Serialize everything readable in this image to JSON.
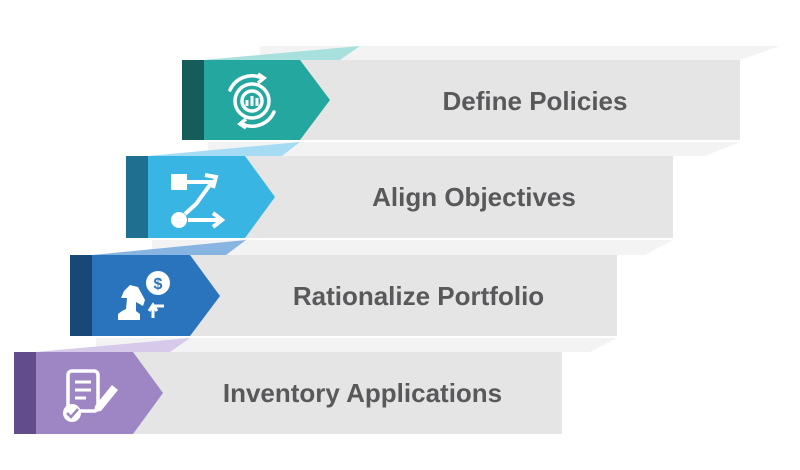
{
  "steps": [
    {
      "label": "Define Policies",
      "icon": "gear-analytics-icon",
      "face": "#23a79e",
      "side": "#155c5a",
      "top": "#a7e0dc"
    },
    {
      "label": "Align Objectives",
      "icon": "flow-arrows-icon",
      "face": "#39b5e3",
      "side": "#1f6f90",
      "top": "#a6dcf3"
    },
    {
      "label": "Rationalize Portfolio",
      "icon": "chess-knight-dollar-icon",
      "face": "#2a74bd",
      "side": "#164978",
      "top": "#88b4e2"
    },
    {
      "label": "Inventory Applications",
      "icon": "checklist-edit-icon",
      "face": "#9d86c3",
      "side": "#634c8c",
      "top": "#d7c9ea"
    }
  ],
  "colors": {
    "panel": "#e4e5e4",
    "panel_top": "#f3f3f3",
    "text": "#59595b",
    "icon": "#ffffff"
  }
}
